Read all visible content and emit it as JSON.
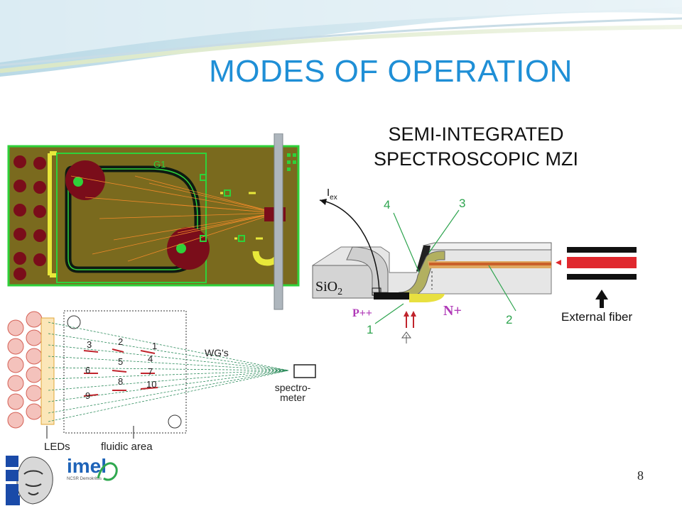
{
  "slide": {
    "title": "MODES OF OPERATION",
    "subtitle_line1": "SEMI-INTEGRATED",
    "subtitle_line2": "SPECTROSCOPIC MZI",
    "page_number": "8"
  },
  "chip_layout": {
    "label": "G1"
  },
  "cross_section": {
    "current_label": "I",
    "current_subscript": "ex",
    "oxide_label": "SiO",
    "oxide_subscript": "2",
    "p_region_label": "P++",
    "n_region_label": "N+",
    "callouts": [
      "1",
      "2",
      "3",
      "4"
    ],
    "fiber_label": "External fiber",
    "colors": {
      "callout": "#2ea44f",
      "doping": "#b03ab8"
    }
  },
  "schematic": {
    "led_label": "LEDs",
    "fluidic_label": "fluidic area",
    "waveguide_label": "WG's",
    "spectrometer_line1": "spectro-",
    "spectrometer_line2": "meter",
    "channel_numbers": [
      "1",
      "2",
      "3",
      "4",
      "5",
      "6",
      "7",
      "8",
      "9",
      "10"
    ]
  },
  "logos": {
    "imel_text": "imel",
    "imel_subtext": "NCSR Demokritos"
  },
  "colors": {
    "title": "#1f8fd6",
    "chip_bg": "#7a6a1e",
    "chip_border": "#2fd13a"
  }
}
